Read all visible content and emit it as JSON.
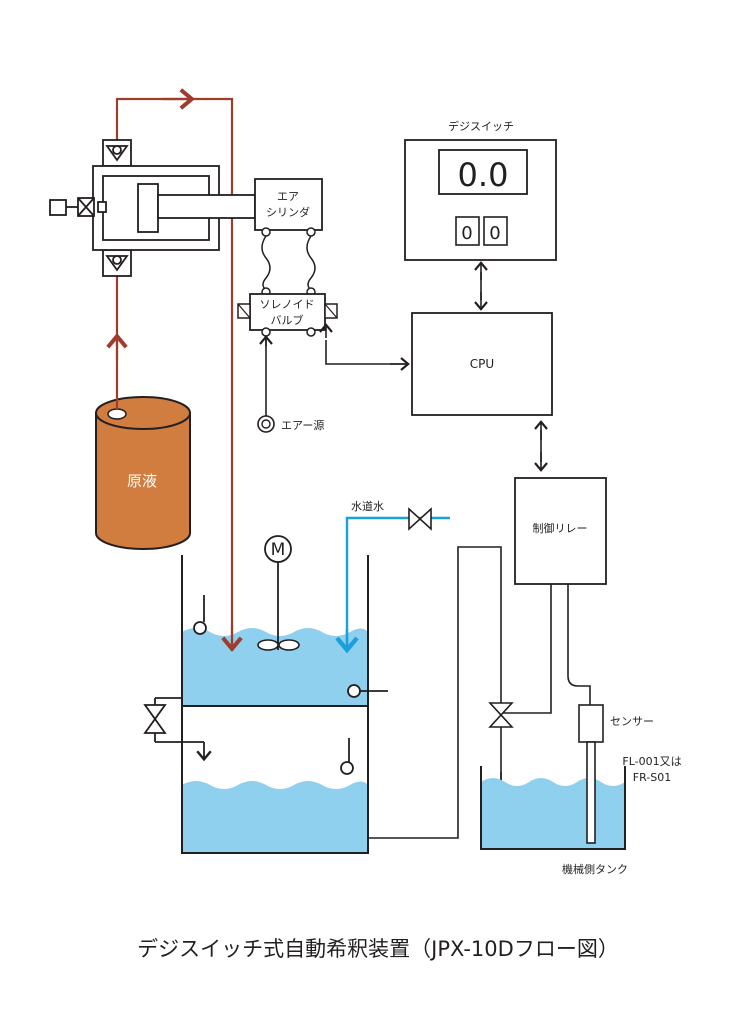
{
  "diagram": {
    "caption": "デジスイッチ式自動希釈装置（JPX-10Dフロー図）",
    "digiswitch": {
      "title": "デジスイッチ",
      "display_value": "0.0",
      "digit_1": "0",
      "digit_2": "0"
    },
    "air_cylinder": {
      "line1": "エア",
      "line2": "シリンダ"
    },
    "solenoid_valve": {
      "line1": "ソレノイド",
      "line2": "バルブ"
    },
    "air_source": "エアー源",
    "cpu": "CPU",
    "control_relay": "制御リレー",
    "stock_solution": "原液",
    "tap_water": "水道水",
    "motor_symbol": "M",
    "sensor": "センサー",
    "sensor_model": {
      "line1": "FL-001又は",
      "line2": "FR-S01"
    },
    "machine_tank": "機械側タンク",
    "colors": {
      "line": "#231f20",
      "stock_pipe": "#9e3d2c",
      "stock_drum": "#d17d3f",
      "water": "#8fd0ee",
      "tap_pipe": "#1aa0dc"
    }
  }
}
